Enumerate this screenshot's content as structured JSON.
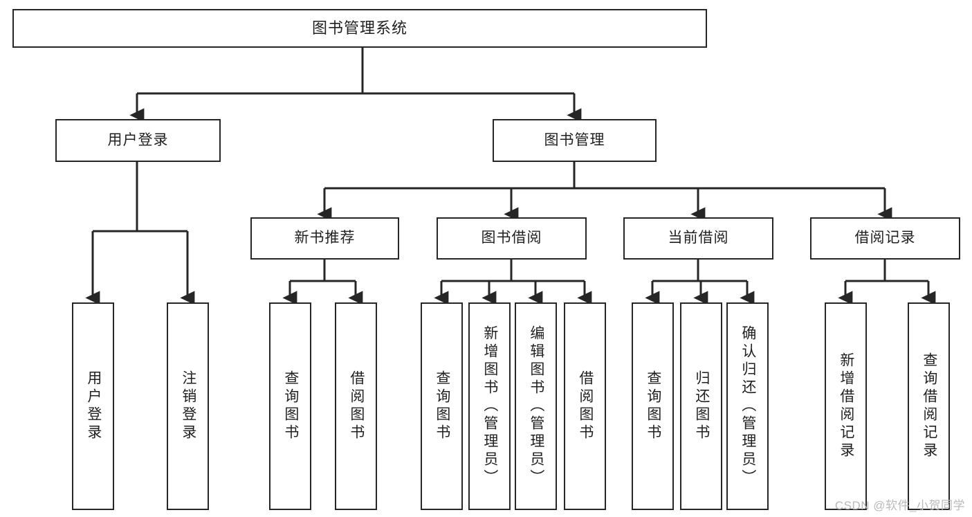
{
  "diagram": {
    "title": "图书管理系统",
    "type": "tree-hierarchy-chart",
    "colors": {
      "box_border": "#262626",
      "box_fill": "#ffffff",
      "connector": "#262626",
      "text": "#1f1f1f",
      "watermark": "#b9b9b9"
    },
    "root": {
      "label": "图书管理系统"
    },
    "level2": [
      {
        "label": "用户登录"
      },
      {
        "label": "图书管理"
      }
    ],
    "level3": [
      {
        "label": "新书推荐"
      },
      {
        "label": "图书借阅"
      },
      {
        "label": "当前借阅"
      },
      {
        "label": "借阅记录"
      }
    ],
    "leaves": {
      "user_login": [
        {
          "label": "用户登录"
        },
        {
          "label": "注销登录"
        }
      ],
      "new_book_recommend": [
        {
          "label": "查询图书"
        },
        {
          "label": "借阅图书"
        }
      ],
      "book_borrow": [
        {
          "label": "查询图书"
        },
        {
          "label": "新增图书（管理员）"
        },
        {
          "label": "编辑图书（管理员）"
        },
        {
          "label": "借阅图书"
        }
      ],
      "current_borrow": [
        {
          "label": "查询图书"
        },
        {
          "label": "归还图书"
        },
        {
          "label": "确认归还（管理员）"
        }
      ],
      "borrow_record": [
        {
          "label": "新增借阅记录"
        },
        {
          "label": "查询借阅记录"
        }
      ]
    }
  },
  "watermark": {
    "text": "CSDN @软件_小贺同学"
  }
}
